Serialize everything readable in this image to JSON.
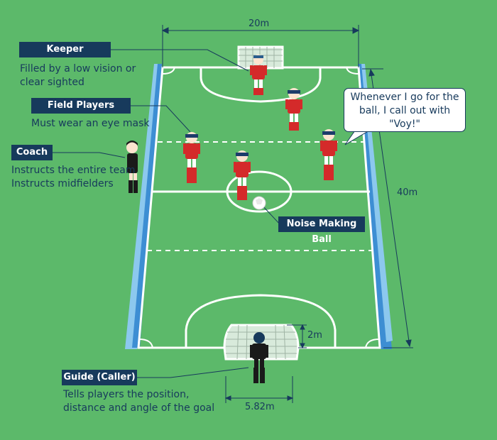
{
  "measurements": {
    "width": "20m",
    "length": "40m",
    "goal_height": "2m",
    "goal_width": "5.82m"
  },
  "roles": {
    "keeper": {
      "title": "Keeper",
      "desc_lines": [
        "Filled by a low vision or",
        "clear sighted"
      ]
    },
    "field_players": {
      "title": "Field Players",
      "desc_lines": [
        "Must wear an eye mask"
      ]
    },
    "coach": {
      "title": "Coach",
      "desc_lines": [
        "Instructs the entire team",
        "Instructs midfielders"
      ]
    },
    "guide": {
      "title": "Guide (Caller)",
      "desc_lines": [
        "Tells players the position,",
        "distance and angle of the goal"
      ]
    },
    "ball": {
      "title": "Noise Making Ball"
    }
  },
  "speech_bubble": {
    "lines": [
      "Whenever I go for the",
      "ball, I call out with",
      "\"Voy!\""
    ]
  },
  "colors": {
    "field": "#5cb96a",
    "navy": "#173a5c",
    "kit_red": "#d42a2a",
    "board_blue": "#4a9bd8"
  }
}
